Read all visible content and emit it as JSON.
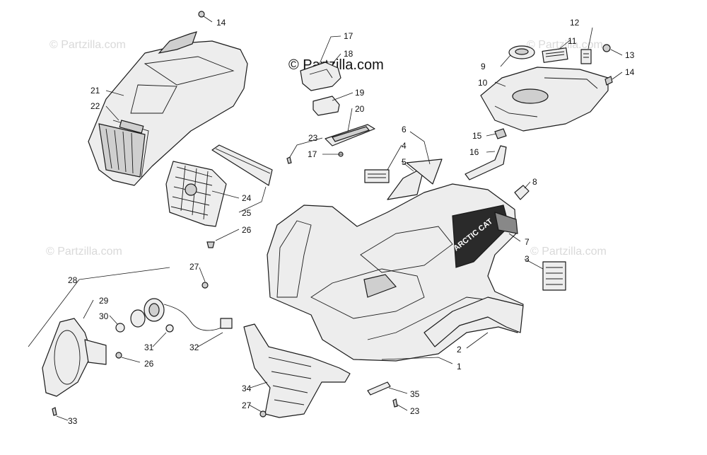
{
  "copyright": "© Partzilla.com",
  "watermark": "© Partzilla.com",
  "brand_decal": "ARCTIC CAT",
  "callouts": {
    "c1": "1",
    "c2": "2",
    "c3": "3",
    "c4": "4",
    "c5": "5",
    "c6": "6",
    "c7": "7",
    "c8": "8",
    "c9": "9",
    "c10": "10",
    "c11": "11",
    "c12": "12",
    "c13": "13",
    "c14a": "14",
    "c14b": "14",
    "c15": "15",
    "c16": "16",
    "c17a": "17",
    "c17b": "17",
    "c18": "18",
    "c19": "19",
    "c20": "20",
    "c21": "21",
    "c22": "22",
    "c23a": "23",
    "c23b": "23",
    "c24": "24",
    "c25": "25",
    "c26a": "26",
    "c26b": "26",
    "c27a": "27",
    "c27b": "27",
    "c28": "28",
    "c29": "29",
    "c30": "30",
    "c31": "31",
    "c32": "32",
    "c33": "33",
    "c34": "34",
    "c35": "35"
  }
}
